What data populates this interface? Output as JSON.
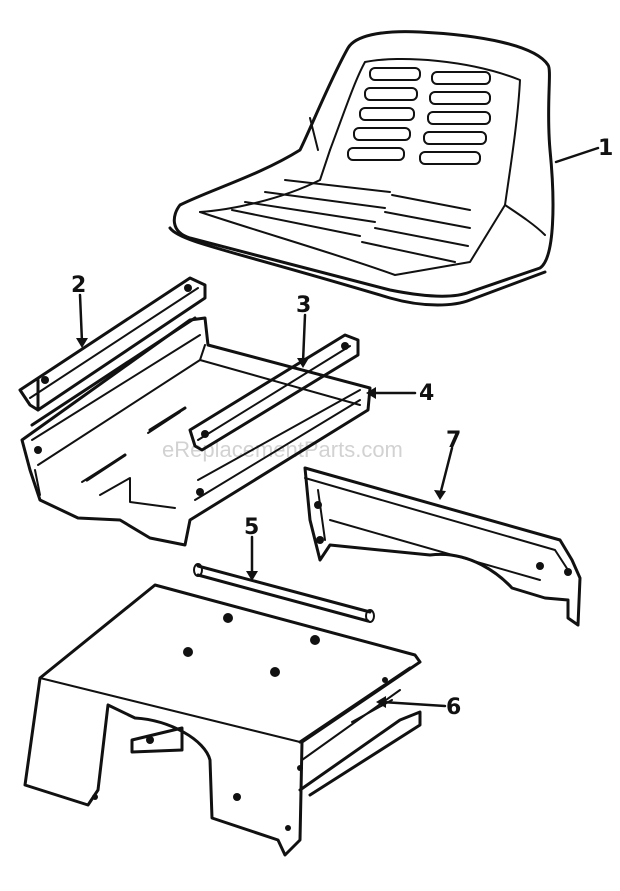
{
  "watermark": "eReplacementParts.com",
  "callouts": {
    "c1": "1",
    "c2": "2",
    "c3": "3",
    "c4": "4",
    "c5": "5",
    "c6": "6",
    "c7": "7"
  },
  "colors": {
    "ink": "#111111",
    "background": "#ffffff",
    "watermark": "#d2d2d2"
  }
}
